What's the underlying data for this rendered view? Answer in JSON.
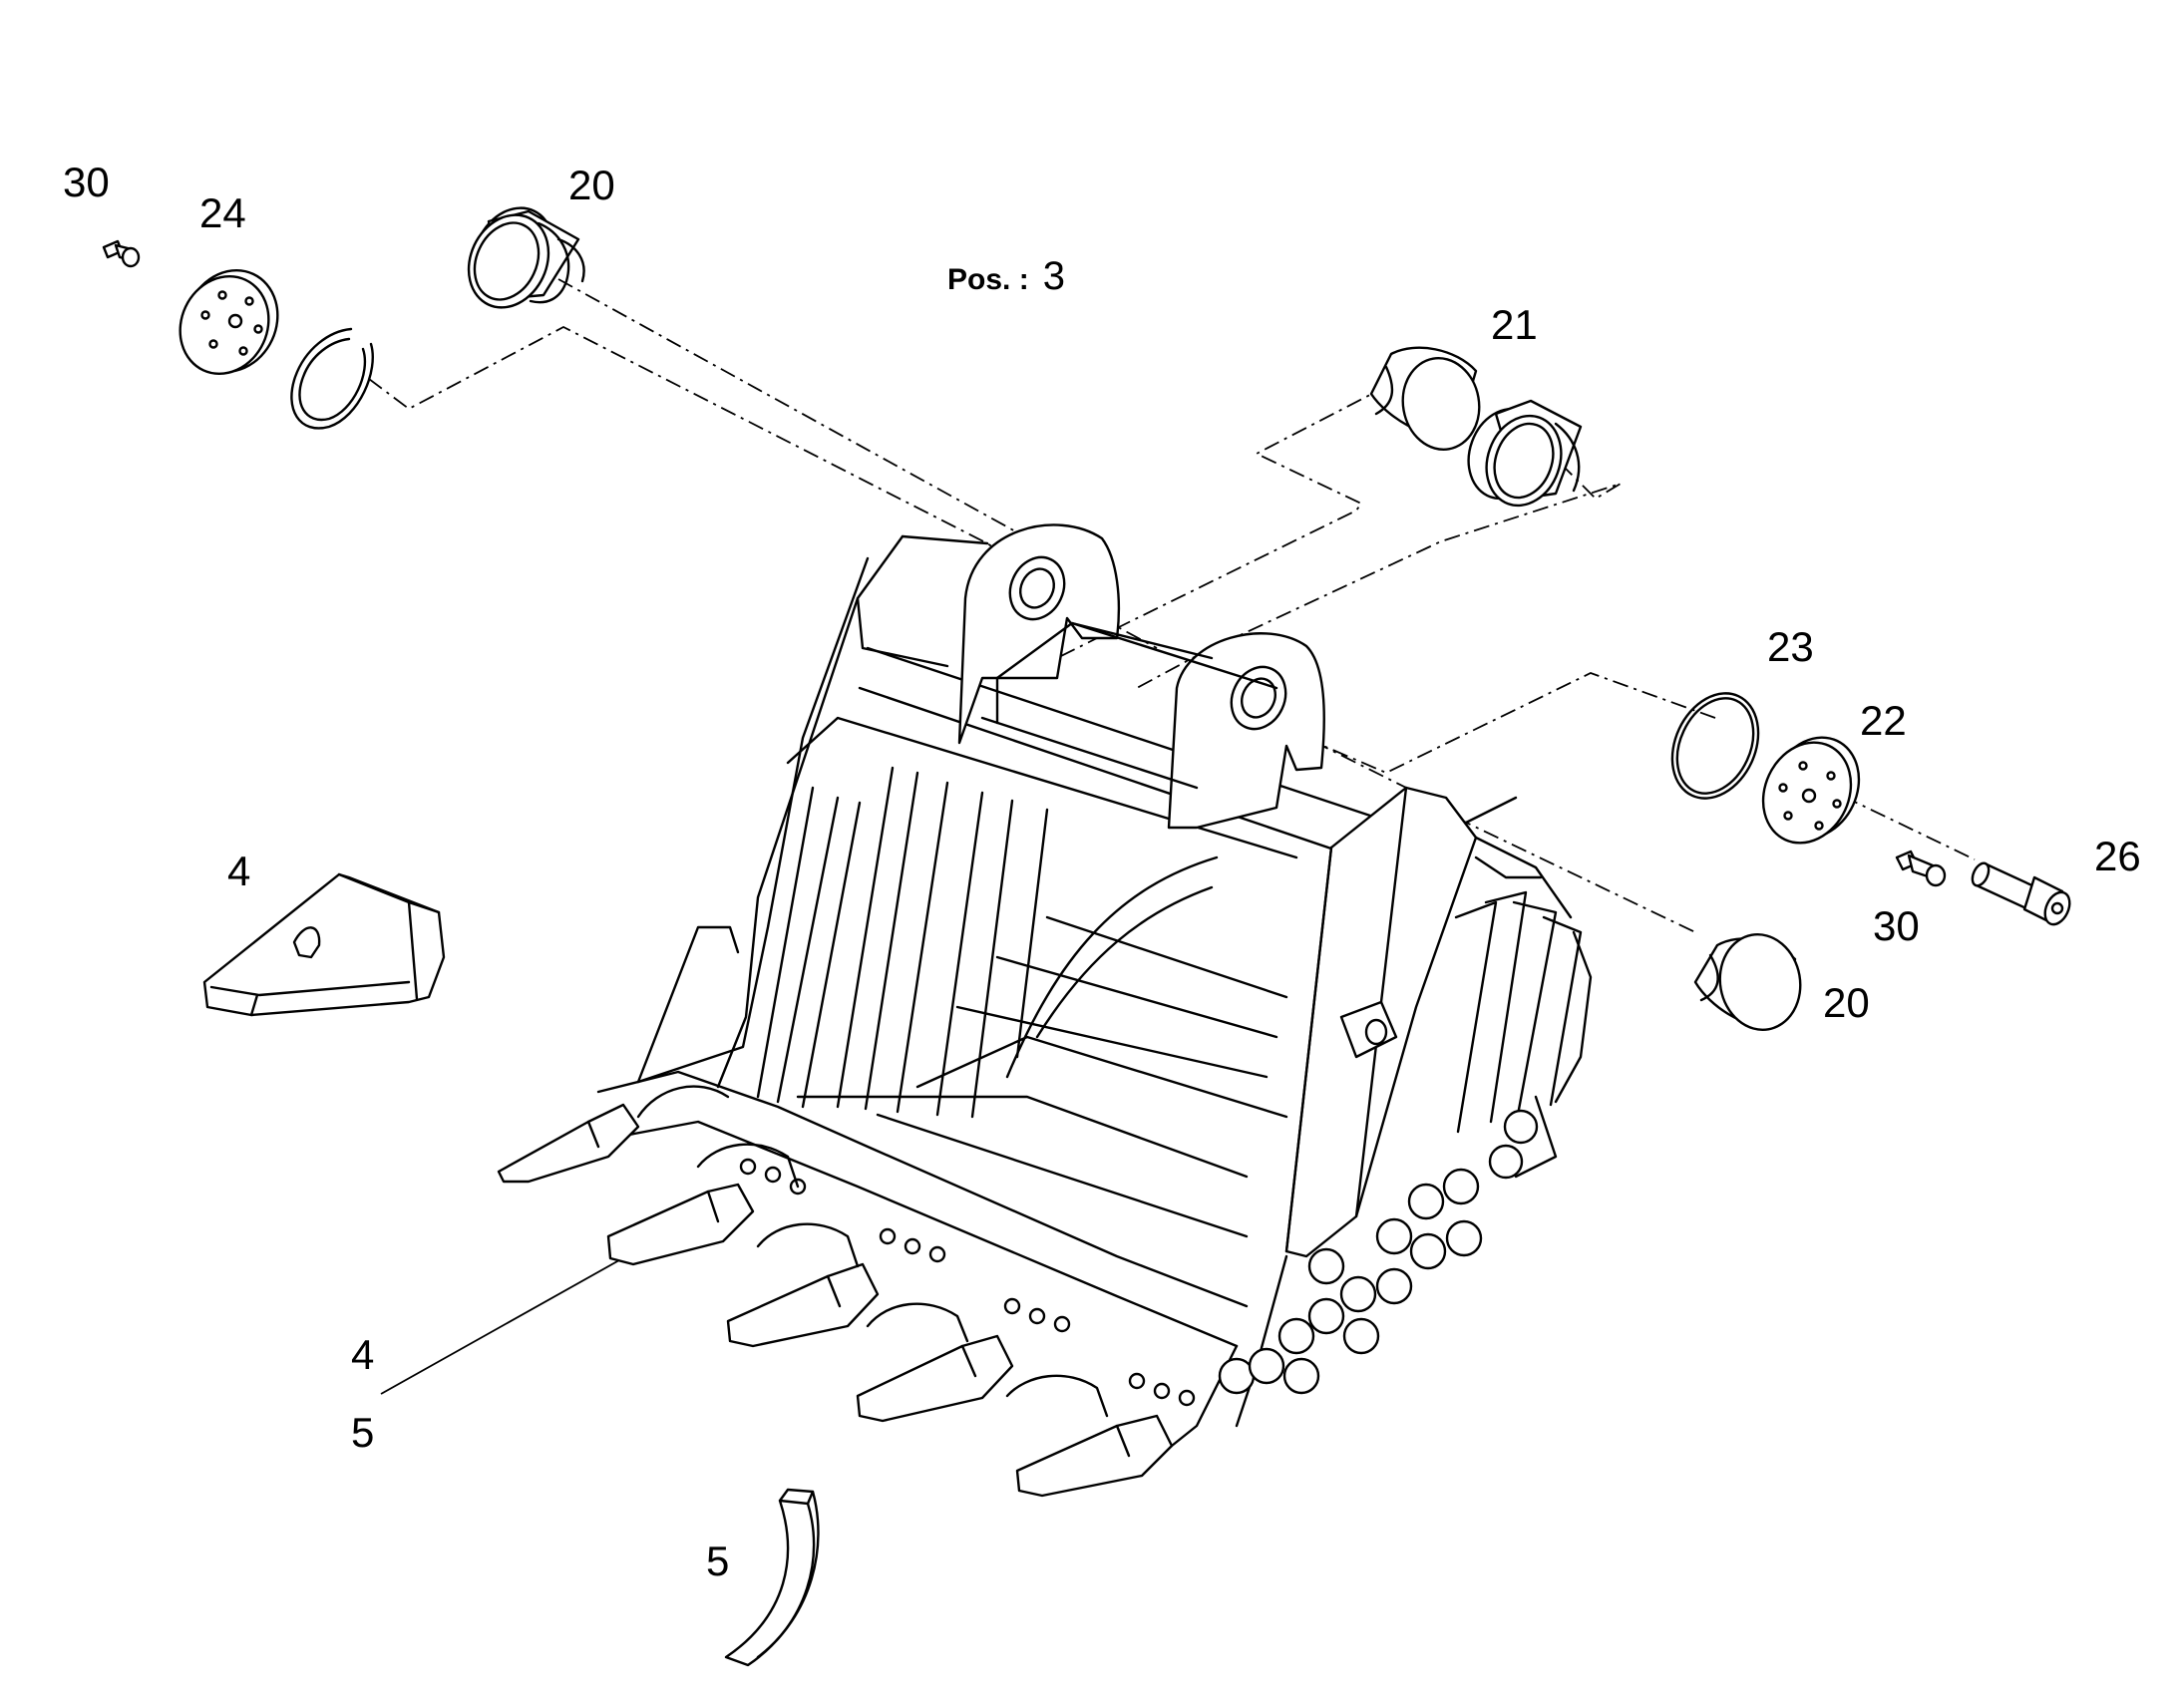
{
  "diagram": {
    "position_label": "Pos. :",
    "position_value": "3",
    "callouts": [
      {
        "id": "c30a",
        "text": "30"
      },
      {
        "id": "c24",
        "text": "24"
      },
      {
        "id": "c20a",
        "text": "20"
      },
      {
        "id": "c21",
        "text": "21"
      },
      {
        "id": "c23",
        "text": "23"
      },
      {
        "id": "c22",
        "text": "22"
      },
      {
        "id": "c26",
        "text": "26"
      },
      {
        "id": "c30b",
        "text": "30"
      },
      {
        "id": "c20b",
        "text": "20"
      },
      {
        "id": "c4a",
        "text": "4"
      },
      {
        "id": "c4b",
        "text": "4"
      },
      {
        "id": "c5a",
        "text": "5"
      },
      {
        "id": "c5b",
        "text": "5"
      }
    ],
    "line_color": "#000000",
    "background_color": "#ffffff"
  }
}
